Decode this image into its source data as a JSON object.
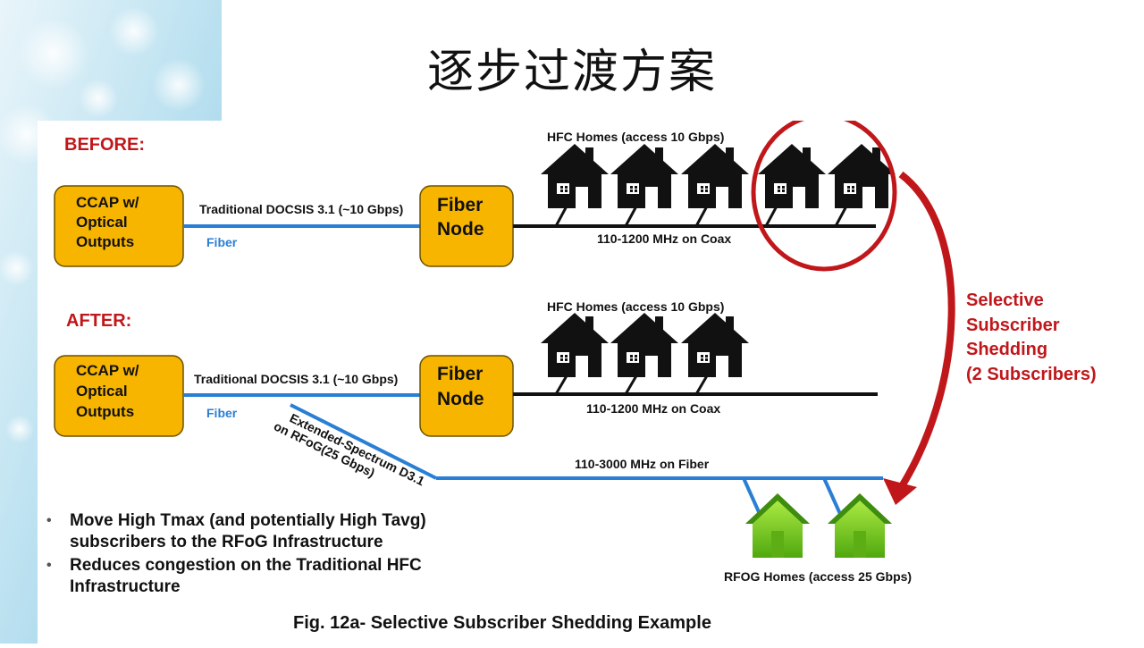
{
  "slide_title": "逐步过渡方案",
  "before": {
    "heading": "BEFORE:",
    "ccap": [
      "CCAP w/",
      "Optical",
      "Outputs"
    ],
    "docsis": "Traditional DOCSIS 3.1 (~10 Gbps)",
    "fiber": "Fiber",
    "node": [
      "Fiber",
      "Node"
    ],
    "hfc_homes": "HFC Homes (access 10 Gbps)",
    "coax": "110-1200 MHz on Coax"
  },
  "after": {
    "heading": "AFTER:",
    "ccap": [
      "CCAP w/",
      "Optical",
      "Outputs"
    ],
    "docsis": "Traditional DOCSIS 3.1 (~10 Gbps)",
    "fiber": "Fiber",
    "node": [
      "Fiber",
      "Node"
    ],
    "hfc_homes": "HFC Homes (access 10 Gbps)",
    "coax": "110-1200 MHz on Coax",
    "extended": [
      "Extended-Spectrum D3.1",
      "on RFoG(25 Gbps)"
    ],
    "rfog_fiber": "110-3000 MHz on Fiber",
    "rfog_homes": "RFOG Homes (access 25 Gbps)"
  },
  "shedding": [
    "Selective",
    "Subscriber",
    "Shedding",
    "(2 Subscribers)"
  ],
  "bullets": [
    "Move High Tmax (and potentially High Tavg) subscribers to the RFoG Infrastructure",
    "Reduces congestion on the Traditional HFC Infrastructure"
  ],
  "bullet_marker": "•",
  "caption": "Fig. 12a- Selective Subscriber Shedding Example",
  "colors": {
    "box_fill": "#f7b500",
    "fiber_blue": "#2a7fd4",
    "accent_red": "#c0171b",
    "house_black": "#111111",
    "house_green": "#7ed321"
  },
  "icons": [
    "house-icon",
    "green-house-icon",
    "curved-arrow-icon"
  ]
}
